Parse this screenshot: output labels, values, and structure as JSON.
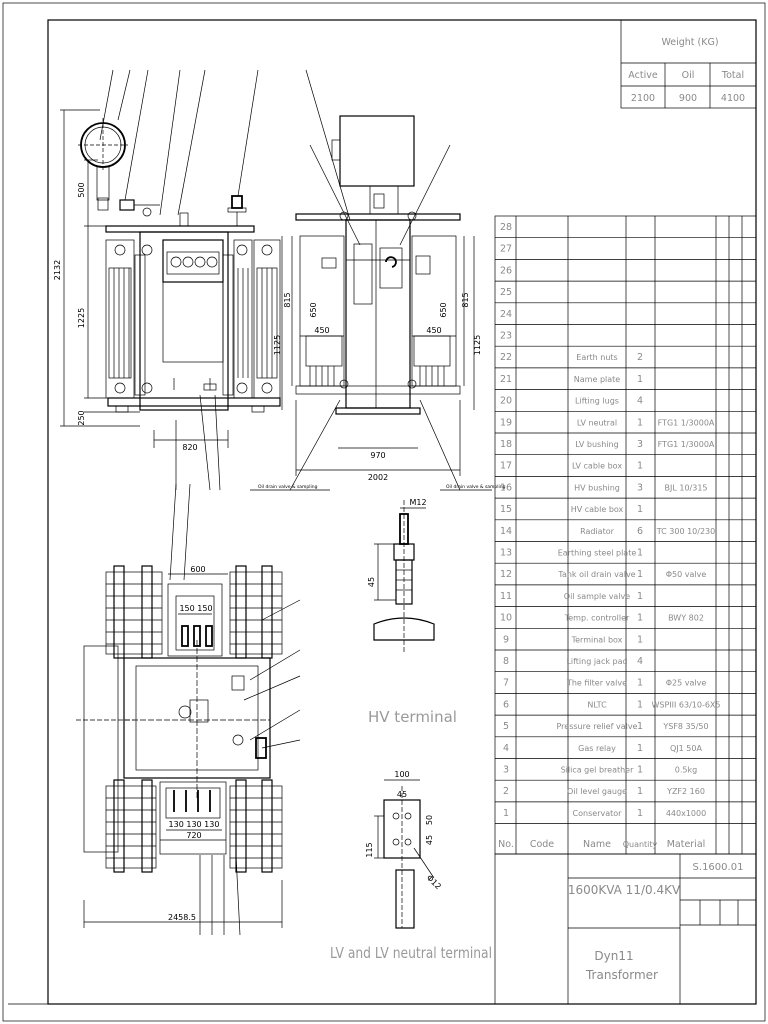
{
  "weight_table": {
    "title": "Weight (KG)",
    "headers": [
      "Active",
      "Oil",
      "Total"
    ],
    "values": [
      "2100",
      "900",
      "4100"
    ]
  },
  "parts_table": {
    "column_headers": [
      "No.",
      "Code",
      "Name",
      "Quantity",
      "Material"
    ],
    "rows": [
      {
        "no": "28",
        "name": "",
        "qty": "",
        "material": ""
      },
      {
        "no": "27",
        "name": "",
        "qty": "",
        "material": ""
      },
      {
        "no": "26",
        "name": "",
        "qty": "",
        "material": ""
      },
      {
        "no": "25",
        "name": "",
        "qty": "",
        "material": ""
      },
      {
        "no": "24",
        "name": "",
        "qty": "",
        "material": ""
      },
      {
        "no": "23",
        "name": "",
        "qty": "",
        "material": ""
      },
      {
        "no": "22",
        "name": "Earth nuts",
        "qty": "2",
        "material": ""
      },
      {
        "no": "21",
        "name": "Name plate",
        "qty": "1",
        "material": ""
      },
      {
        "no": "20",
        "name": "Lifting lugs",
        "qty": "4",
        "material": ""
      },
      {
        "no": "19",
        "name": "LV neutral",
        "qty": "1",
        "material": "FTG1 1/3000A"
      },
      {
        "no": "18",
        "name": "LV bushing",
        "qty": "3",
        "material": "FTG1 1/3000A"
      },
      {
        "no": "17",
        "name": "LV cable box",
        "qty": "1",
        "material": ""
      },
      {
        "no": "16",
        "name": "HV bushing",
        "qty": "3",
        "material": "BJL 10/315"
      },
      {
        "no": "15",
        "name": "HV cable box",
        "qty": "1",
        "material": ""
      },
      {
        "no": "14",
        "name": "Radiator",
        "qty": "6",
        "material": "TC 300 10/230"
      },
      {
        "no": "13",
        "name": "Earthing steel plate",
        "qty": "1",
        "material": ""
      },
      {
        "no": "12",
        "name": "Tank oil drain valve",
        "qty": "1",
        "material": "Φ50 valve"
      },
      {
        "no": "11",
        "name": "Oil sample valve",
        "qty": "1",
        "material": ""
      },
      {
        "no": "10",
        "name": "Temp. controller",
        "qty": "1",
        "material": "BWY 802"
      },
      {
        "no": "9",
        "name": "Terminal box",
        "qty": "1",
        "material": ""
      },
      {
        "no": "8",
        "name": "Lifting jack pad",
        "qty": "4",
        "material": ""
      },
      {
        "no": "7",
        "name": "The filter valve",
        "qty": "1",
        "material": "Φ25 valve"
      },
      {
        "no": "6",
        "name": "NLTC",
        "qty": "1",
        "material": "WSPIII 63/10-6X5"
      },
      {
        "no": "5",
        "name": "Pressure relief valve",
        "qty": "1",
        "material": "YSF8 35/50"
      },
      {
        "no": "4",
        "name": "Gas relay",
        "qty": "1",
        "material": "QJ1 50A"
      },
      {
        "no": "3",
        "name": "Silica gel breather",
        "qty": "1",
        "material": "0.5kg"
      },
      {
        "no": "2",
        "name": "Oil level gauge",
        "qty": "1",
        "material": "YZF2 160"
      },
      {
        "no": "1",
        "name": "Conservator",
        "qty": "1",
        "material": "440x1000"
      }
    ]
  },
  "title_block": {
    "drawing_no": "S.1600.01",
    "rating": "1600KVA 11/0.4KV",
    "vector_group": "Dyn11",
    "description": "Transformer"
  },
  "labels": {
    "hv_terminal": "HV terminal",
    "lv_terminal": "LV and LV neutral terminal"
  },
  "dimensions": {
    "front_height": "2132",
    "front_500": "500",
    "front_1225": "1225",
    "front_250": "250",
    "front_820": "820",
    "side_815_left": "815",
    "side_650_left": "650",
    "side_450_left": "450",
    "side_1125_left": "1125",
    "side_815_right": "815",
    "side_650_right": "650",
    "side_450_right": "450",
    "side_1125_right": "1125",
    "side_970": "970",
    "side_2002": "2002",
    "side_caption_left": "Oil drain valve & sampling",
    "side_caption_right": "Oil drain valve & sampling",
    "plan_600": "600",
    "plan_hv_spacing": "150 150",
    "plan_lv_spacing": "130 130 130",
    "plan_720": "720",
    "plan_2458": "2458.5",
    "hv_m12": "M12",
    "hv_45": "45",
    "lv_100": "100",
    "lv_45a": "45",
    "lv_45b": "45",
    "lv_50": "50",
    "lv_115": "115",
    "lv_hole": "Φ12"
  }
}
